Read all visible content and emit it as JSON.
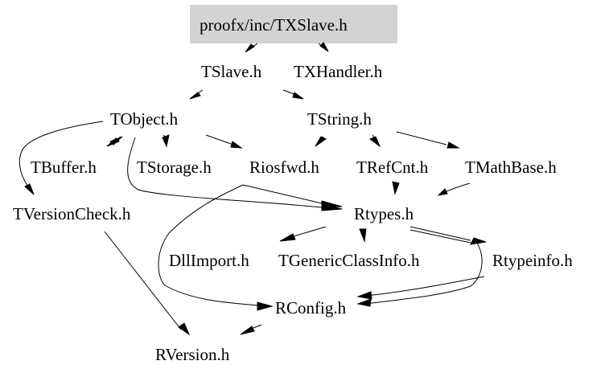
{
  "graph": {
    "title": "proofx/inc/TXSlave.h",
    "root_fill": "#d3d3d3",
    "nodes": [
      {
        "id": "root",
        "label": "proofx/inc/TXSlave.h",
        "highlighted": true
      },
      {
        "id": "tslave",
        "label": "TSlave.h"
      },
      {
        "id": "txhandler",
        "label": "TXHandler.h"
      },
      {
        "id": "tobject",
        "label": "TObject.h"
      },
      {
        "id": "tstring",
        "label": "TString.h"
      },
      {
        "id": "tbuffer",
        "label": "TBuffer.h"
      },
      {
        "id": "tstorage",
        "label": "TStorage.h"
      },
      {
        "id": "riosfwd",
        "label": "Riosfwd.h"
      },
      {
        "id": "trefcnt",
        "label": "TRefCnt.h"
      },
      {
        "id": "tmathbase",
        "label": "TMathBase.h"
      },
      {
        "id": "tversioncheck",
        "label": "TVersionCheck.h"
      },
      {
        "id": "rtypes",
        "label": "Rtypes.h"
      },
      {
        "id": "dllimport",
        "label": "DllImport.h"
      },
      {
        "id": "tgenericclassinfo",
        "label": "TGenericClassInfo.h"
      },
      {
        "id": "rtypeinfo",
        "label": "Rtypeinfo.h"
      },
      {
        "id": "rconfig",
        "label": "RConfig.h"
      },
      {
        "id": "rversion",
        "label": "RVersion.h"
      }
    ],
    "edges": [
      {
        "from": "root",
        "to": "tslave"
      },
      {
        "from": "root",
        "to": "txhandler"
      },
      {
        "from": "tslave",
        "to": "tobject"
      },
      {
        "from": "tslave",
        "to": "tstring"
      },
      {
        "from": "tobject",
        "to": "tbuffer"
      },
      {
        "from": "tobject",
        "to": "tstorage"
      },
      {
        "from": "tobject",
        "to": "riosfwd"
      },
      {
        "from": "tobject",
        "to": "tversioncheck"
      },
      {
        "from": "tobject",
        "to": "rtypes"
      },
      {
        "from": "tstring",
        "to": "riosfwd"
      },
      {
        "from": "tstring",
        "to": "trefcnt"
      },
      {
        "from": "tstring",
        "to": "tmathbase"
      },
      {
        "from": "trefcnt",
        "to": "rtypes"
      },
      {
        "from": "tmathbase",
        "to": "rtypes"
      },
      {
        "from": "riosfwd",
        "to": "rtypes"
      },
      {
        "from": "riosfwd",
        "to": "rconfig"
      },
      {
        "from": "tversioncheck",
        "to": "rversion"
      },
      {
        "from": "rtypes",
        "to": "dllimport"
      },
      {
        "from": "rtypes",
        "to": "tgenericclassinfo"
      },
      {
        "from": "rtypes",
        "to": "rtypeinfo"
      },
      {
        "from": "rtypes",
        "to": "rconfig"
      },
      {
        "from": "rtypeinfo",
        "to": "rconfig"
      },
      {
        "from": "rconfig",
        "to": "rversion"
      }
    ]
  }
}
